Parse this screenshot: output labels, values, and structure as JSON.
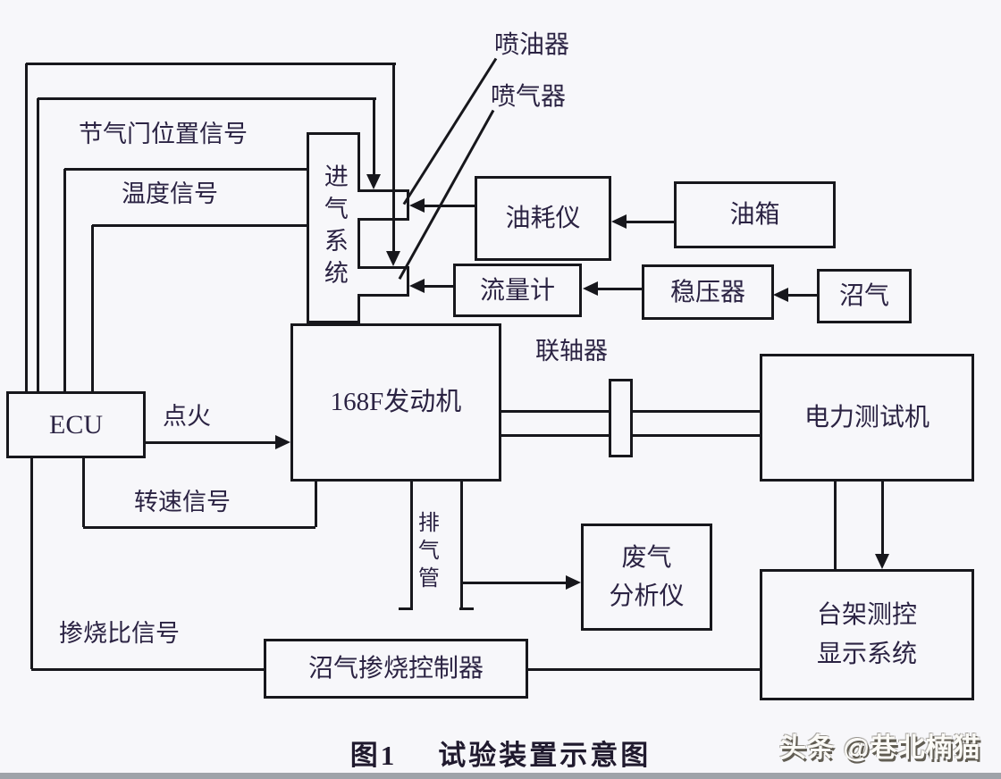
{
  "figure": {
    "number": "图1",
    "title": "试验装置示意图"
  },
  "watermark": "头条 @巷北楠猫",
  "boxes": {
    "ecu": "ECU",
    "intake_system": "进气系统",
    "engine": "168F发动机",
    "fuel_meter": "油耗仪",
    "fuel_tank": "油箱",
    "flow_meter": "流量计",
    "regulator": "稳压器",
    "biogas": "沼气",
    "dynamometer": "电力测试机",
    "bench_line1": "台架测控",
    "bench_line2": "显示系统",
    "analyzer_line1": "废气",
    "analyzer_line2": "分析仪",
    "blend_controller": "沼气掺烧控制器"
  },
  "labels": {
    "oil_injector": "喷油器",
    "gas_injector": "喷气器",
    "throttle_position_signal": "节气门位置信号",
    "temperature_signal": "温度信号",
    "ignition": "点火",
    "speed_signal": "转速信号",
    "coupling": "联轴器",
    "exhaust_pipe": "排气管",
    "blend_ratio_signal": "掺烧比信号"
  },
  "colors": {
    "background": "#f7f7fa",
    "line": "#17171c",
    "text": "#2b2343",
    "watermark_shadow": "#58544a"
  }
}
